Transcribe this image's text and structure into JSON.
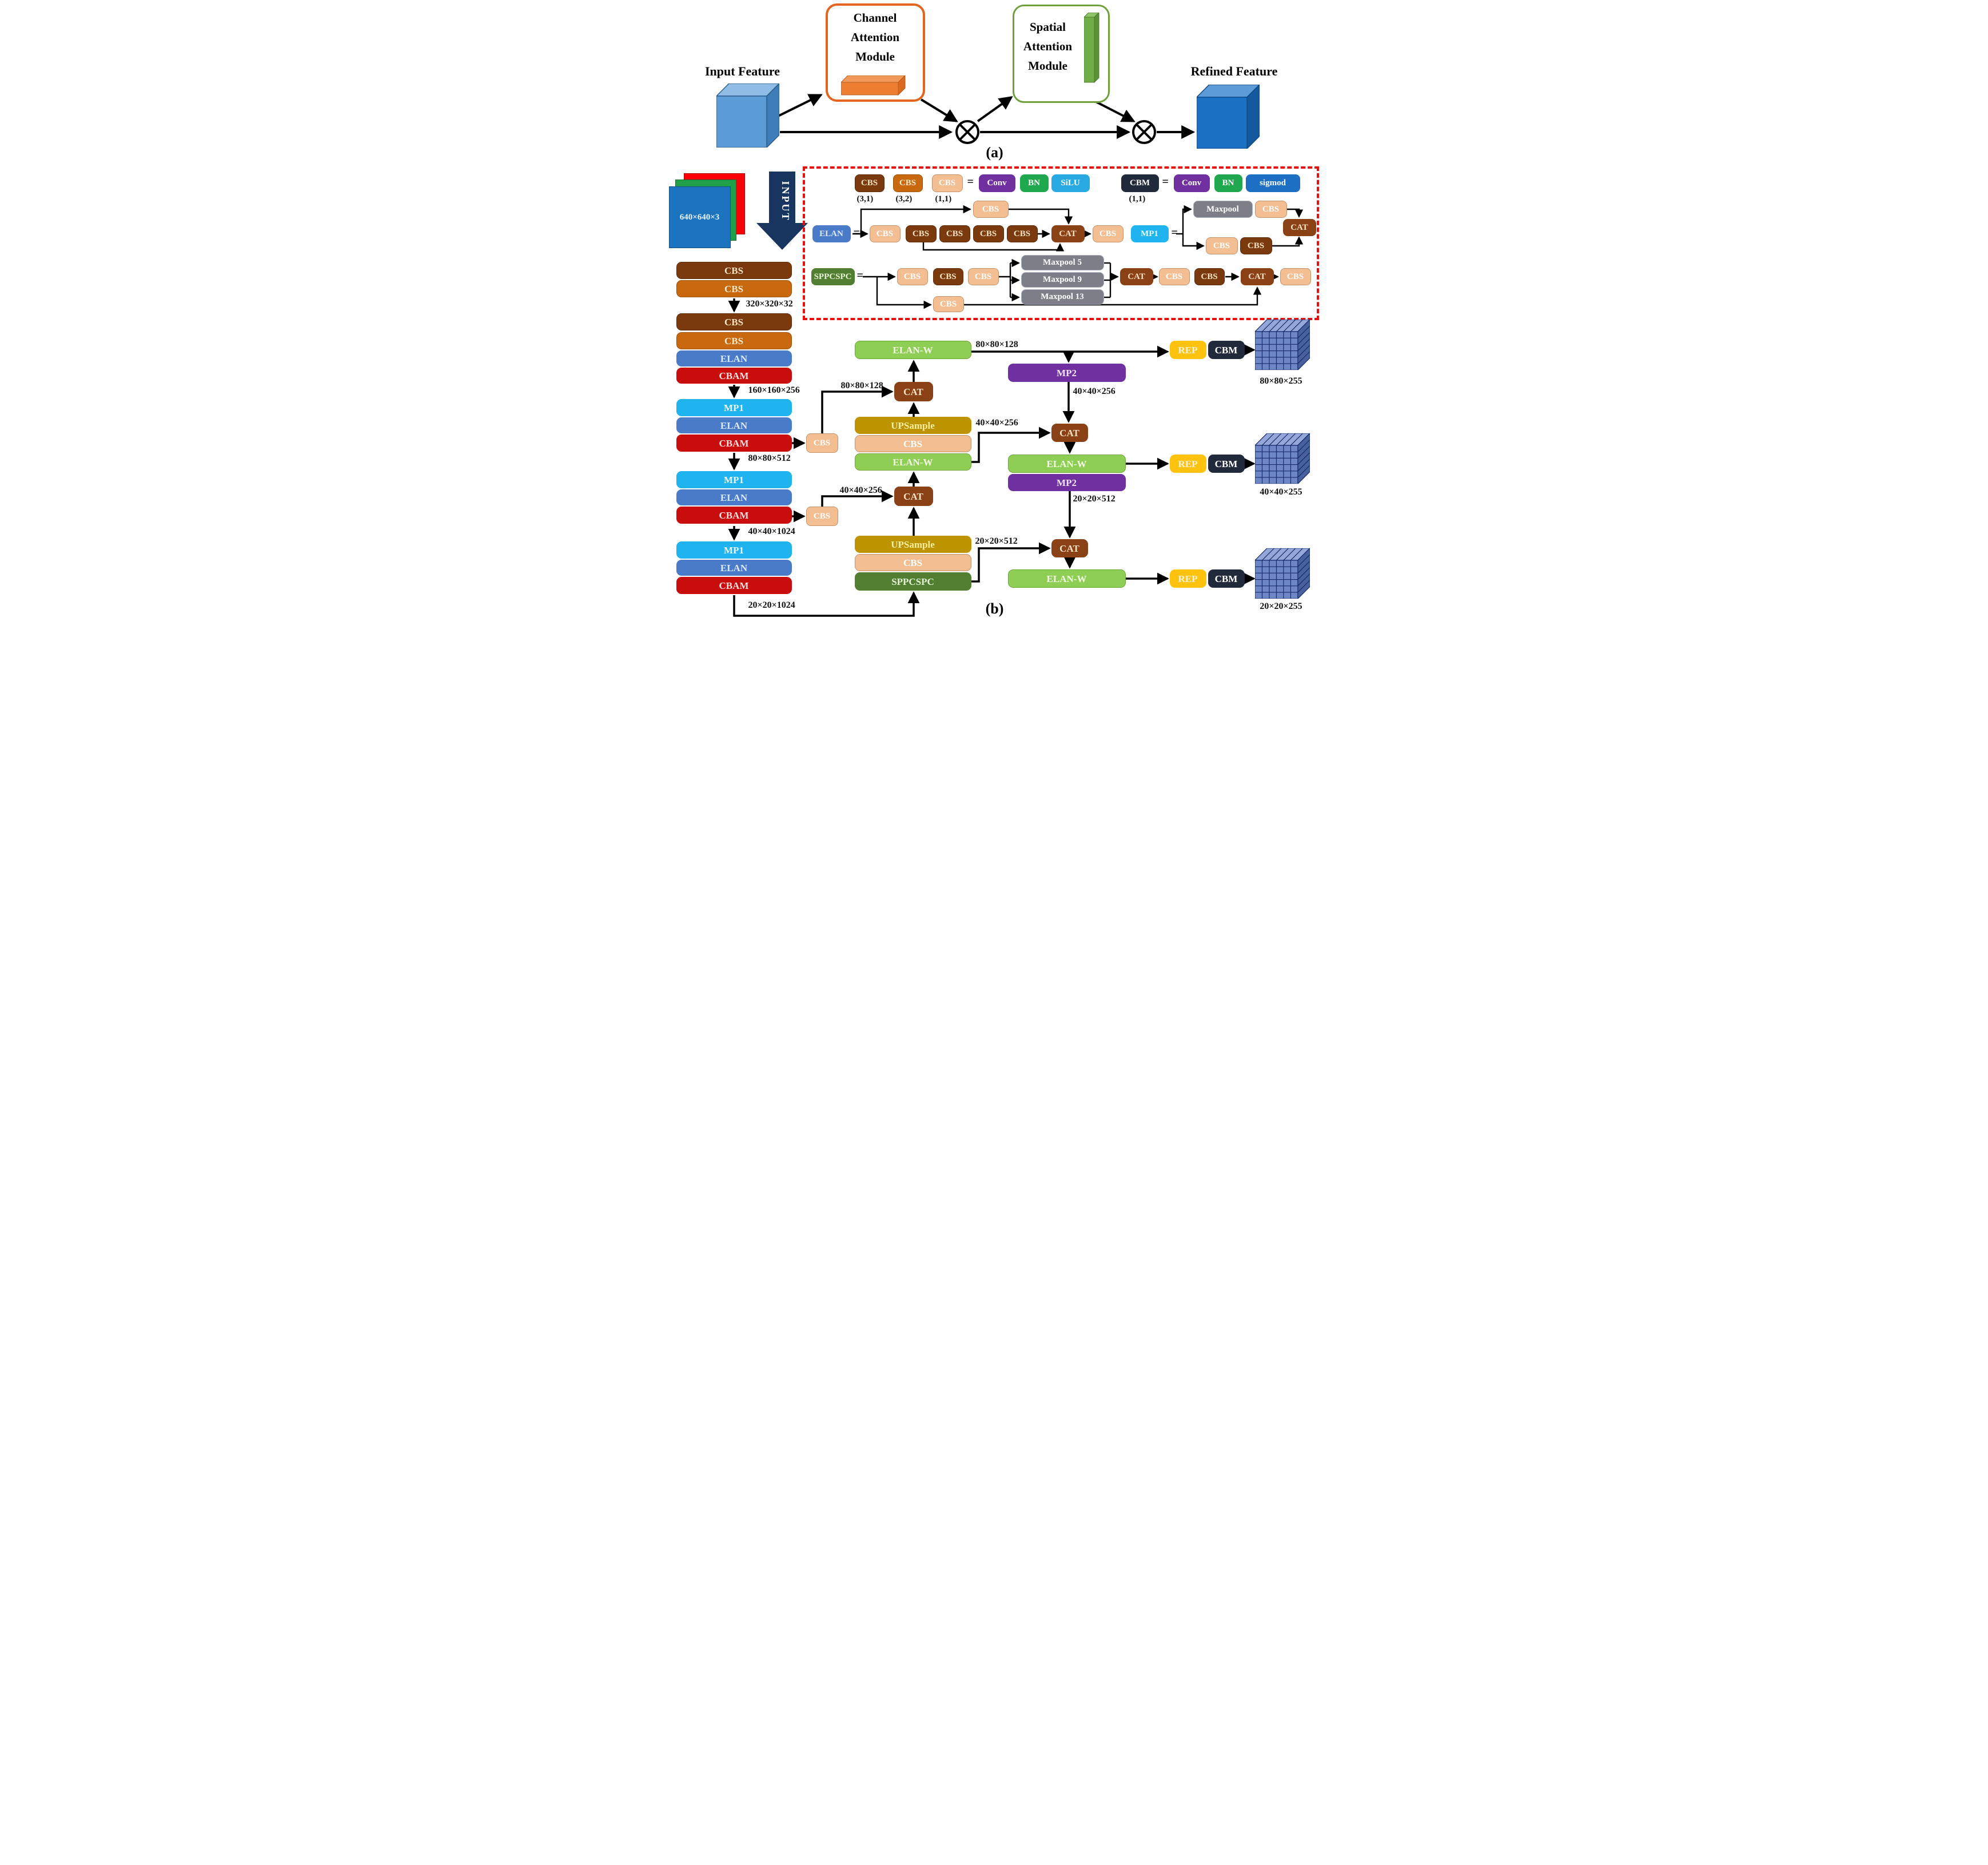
{
  "panel_a": {
    "input_label": "Input Feature",
    "refined_label": "Refined Feature",
    "cam": [
      "Channel",
      "Attention",
      "Module"
    ],
    "sam": [
      "Spatial",
      "Attention",
      "Module"
    ],
    "caption": "(a)"
  },
  "panel_b": {
    "caption": "(b)",
    "image_dims": "640×640×3",
    "input_arrow": "INPUT"
  },
  "blocks": {
    "cbs": "CBS",
    "cat": "CAT",
    "elan": "ELAN",
    "elan_w": "ELAN-W",
    "cbam": "CBAM",
    "mp1": "MP1",
    "mp2": "MP2",
    "upsample": "UPSample",
    "sppcspc": "SPPCSPC",
    "rep": "REP",
    "cbm": "CBM",
    "conv": "Conv",
    "bn": "BN",
    "silu": "SiLU",
    "sigmod": "sigmod",
    "maxpool": "Maxpool",
    "maxpool5": "Maxpool 5",
    "maxpool9": "Maxpool 9",
    "maxpool13": "Maxpool 13",
    "equals": "="
  },
  "kernels": {
    "k31": "(3,1)",
    "k32": "(3,2)",
    "k11": "(1,1)"
  },
  "dims": {
    "d320": "320×320×32",
    "d160": "160×160×256",
    "d80_512": "80×80×512",
    "d40_1024": "40×40×1024",
    "d20_1024": "20×20×1024",
    "d80_128": "80×80×128",
    "d40_256": "40×40×256",
    "d20_512": "20×20×512",
    "o80": "80×80×255",
    "o40": "40×40×255",
    "o20": "20×20×255"
  },
  "colors": {
    "cbs_dark": "#7A3A0E",
    "cbs_orange": "#C8690F",
    "cbs_light": "#F2BE92",
    "conv_purple": "#7030A0",
    "bn_green": "#1FA84D",
    "silu_blue": "#29A9E1",
    "cbm_navy": "#202A3B",
    "sigmod_blue": "#1D6FC4",
    "elan_blue": "#4A7BC8",
    "elanw_green": "#8FCE55",
    "cbam_red": "#C90D0D",
    "mp1_cyan": "#1FB4F0",
    "mp2_purple": "#7030A0",
    "upsample_gold": "#BE9300",
    "sppcspc_green": "#527E32",
    "cat_brown": "#8B4116",
    "rep_gold": "#FFC20E",
    "maxpool_gray": "#7E7E88",
    "dashed_red": "#E8100C",
    "input_navy": "#17355E",
    "img_red": "#FB0007",
    "img_green": "#21A04A",
    "img_blue": "#1C74BF"
  }
}
